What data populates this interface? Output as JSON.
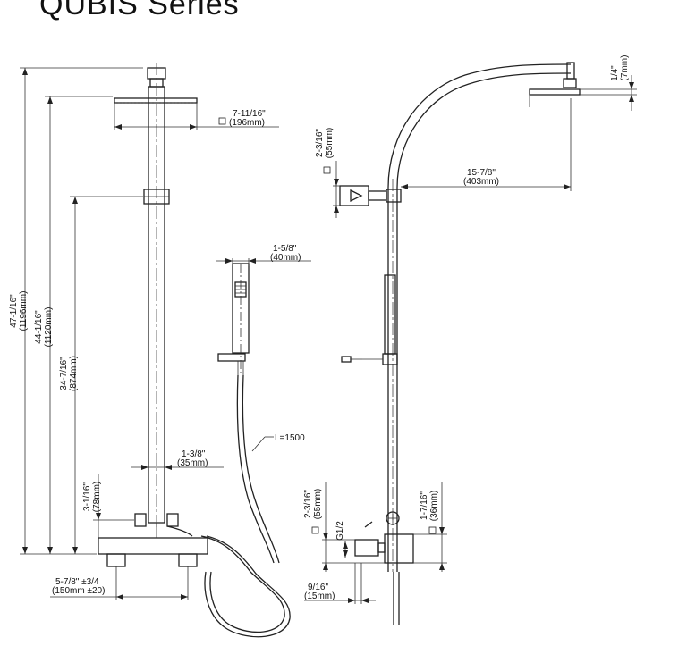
{
  "title": "QUBIS Series",
  "dimensions": {
    "overall_height": {
      "inch": "47-1/16\"",
      "mm": "(1196mm)"
    },
    "bar_height": {
      "inch": "44-1/16\"",
      "mm": "(1120mm)"
    },
    "slider_height": {
      "inch": "34-7/16\"",
      "mm": "(874mm)"
    },
    "valve_height": {
      "inch": "3-1/16\"",
      "mm": "(78mm)"
    },
    "head_width": {
      "inch": "7-11/16\"",
      "mm": "(196mm)"
    },
    "pipe_diameter": {
      "inch": "1-3/8\"",
      "mm": "(35mm)"
    },
    "center_spacing": {
      "inch": "5-7/8\" ±3/4",
      "mm": "(150mm ±20)"
    },
    "handshower_width": {
      "inch": "1-5/8\"",
      "mm": "(40mm)"
    },
    "hose_length": "L=1500",
    "arm_reach": {
      "inch": "15-7/8\"",
      "mm": "(403mm)"
    },
    "head_thickness": {
      "inch": "1/4\"",
      "mm": "(7mm)"
    },
    "diverter_depth": {
      "inch": "2-3/16\"",
      "mm": "(55mm)"
    },
    "valve_depth": {
      "inch": "2-3/16\"",
      "mm": "(55mm)"
    },
    "thread": "G1/2",
    "valve_offset": {
      "inch": "1-7/16\"",
      "mm": "(36mm)"
    },
    "wall_offset": {
      "inch": "9/16\"",
      "mm": "(15mm)"
    }
  }
}
